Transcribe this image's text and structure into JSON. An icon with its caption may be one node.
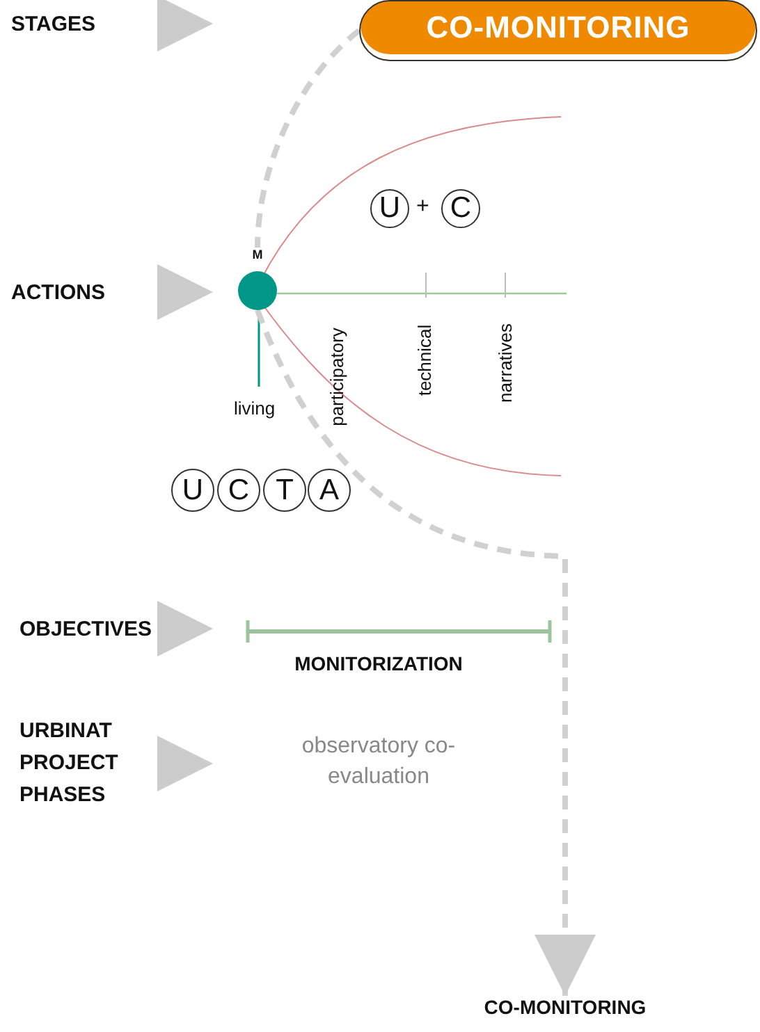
{
  "diagram": {
    "nodes": [
      {
        "text": [
          "CO-MONITORING"
        ]
      },
      {
        "text": [
          "U"
        ]
      },
      {
        "text": [
          "C"
        ]
      },
      {
        "text": [
          "M"
        ]
      },
      {
        "text": [
          "U"
        ]
      },
      {
        "text": [
          "C"
        ]
      },
      {
        "text": [
          "T"
        ]
      },
      {
        "text": [
          "A"
        ]
      },
      {
        "text": [
          "CO-MONITORING"
        ]
      }
    ],
    "edges": [
      {
        "from": 0,
        "to": 3,
        "arrow": "none",
        "style": "dashed"
      },
      {
        "from": 3,
        "to": 8,
        "arrow": "to",
        "style": "dashed"
      }
    ],
    "labels": [
      "STAGES",
      "+",
      "ACTIONS",
      "living",
      "participatory",
      "technical",
      "narratives",
      "OBJECTIVES",
      "MONITORIZATION",
      "URBINAT PROJECT PHASES",
      "observatory co-evaluation"
    ]
  }
}
